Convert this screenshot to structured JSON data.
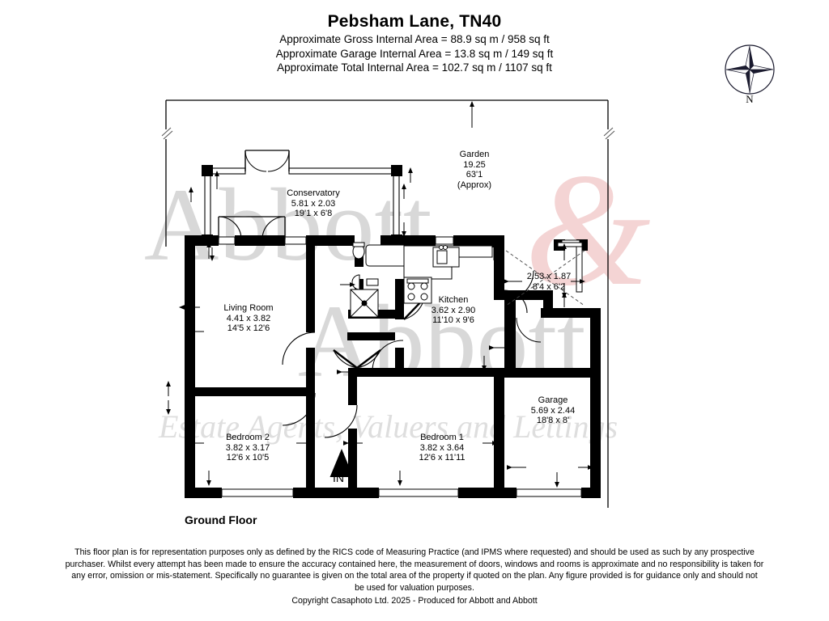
{
  "header": {
    "title": "Pebsham Lane, TN40",
    "lines": [
      "Approximate Gross Internal Area = 88.9 sq m / 958 sq ft",
      "Approximate Garage Internal Area = 13.8 sq m / 149 sq ft",
      "Approximate Total Internal Area = 102.7 sq m / 1107 sq ft"
    ]
  },
  "compass": {
    "north_label": "N"
  },
  "watermark": {
    "word1": "Abbott",
    "amp": "&",
    "word2": "Abbott",
    "tagline": "Estate Agents, Valuers and Lettings",
    "color_text": "#d8d8d8",
    "color_amp": "#f4d4d4"
  },
  "plan": {
    "floor_label": "Ground Floor",
    "entrance_label": "IN",
    "rooms": [
      {
        "name": "Garden",
        "metric": "19.25",
        "imperial": "63'1",
        "approx": "(Approx)"
      },
      {
        "name": "Conservatory",
        "metric": "5.81 x 2.03",
        "imperial": "19'1 x 6'8"
      },
      {
        "name": "Living Room",
        "metric": "4.41 x 3.82",
        "imperial": "14'5 x 12'6"
      },
      {
        "name": "Kitchen",
        "metric": "3.62 x 2.90",
        "imperial": "11'10 x 9'6"
      },
      {
        "name": "",
        "metric": "2.53 x 1.87",
        "imperial": "8'4 x 6'2"
      },
      {
        "name": "Garage",
        "metric": "5.69 x 2.44",
        "imperial": "18'8 x 8'"
      },
      {
        "name": "Bedroom 2",
        "metric": "3.82 x 3.17",
        "imperial": "12'6 x 10'5"
      },
      {
        "name": "Bedroom 1",
        "metric": "3.82 x 3.64",
        "imperial": "12'6 x 11'11"
      }
    ]
  },
  "footer": {
    "disclaimer": [
      "This floor plan is for representation purposes only as defined by the RICS code of Measuring Practice (and IPMS where requested) and should be used as such by any prospective",
      "purchaser. Whilst every attempt has been made to ensure the accuracy contained here, the measurement of doors, windows and rooms is approximate and no responsibility is taken for",
      "any error, omission or mis-statement. Specifically no guarantee is given on the total area of the property if quoted on the plan. Any figure provided is for guidance only and should not",
      "be used for valuation purposes."
    ],
    "copyright": "Copyright Casaphoto Ltd. 2025 - Produced for Abbott and Abbott"
  }
}
